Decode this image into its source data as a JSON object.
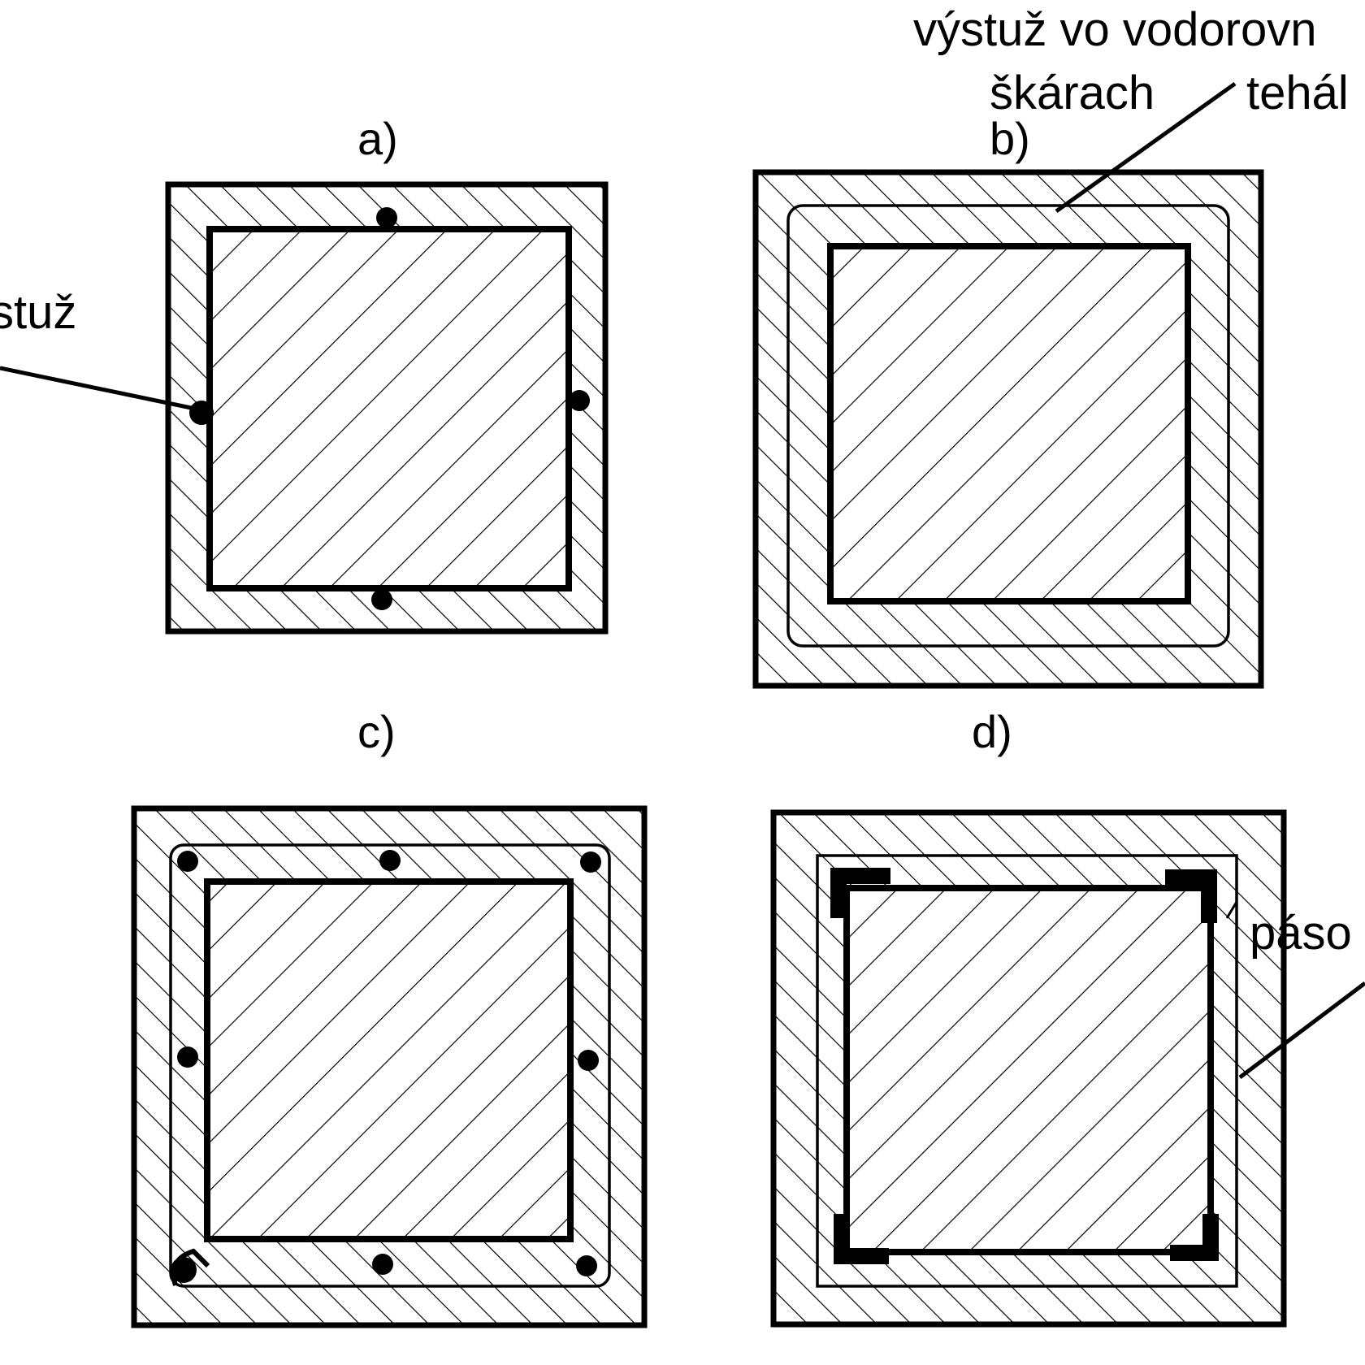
{
  "colors": {
    "line": "#000000",
    "background": "#ffffff"
  },
  "panels": [
    {
      "id": "a",
      "label": "a)"
    },
    {
      "id": "b",
      "label": "b)"
    },
    {
      "id": "c",
      "label": "c)"
    },
    {
      "id": "d",
      "label": "d)"
    }
  ],
  "annotations": {
    "bar_reinforcement": "stuž",
    "joint_reinforcement_line1": "výstuž vo vodorovn",
    "joint_reinforcement_line2": "škárach",
    "brick": "tehál",
    "steel_strip": "páso"
  }
}
